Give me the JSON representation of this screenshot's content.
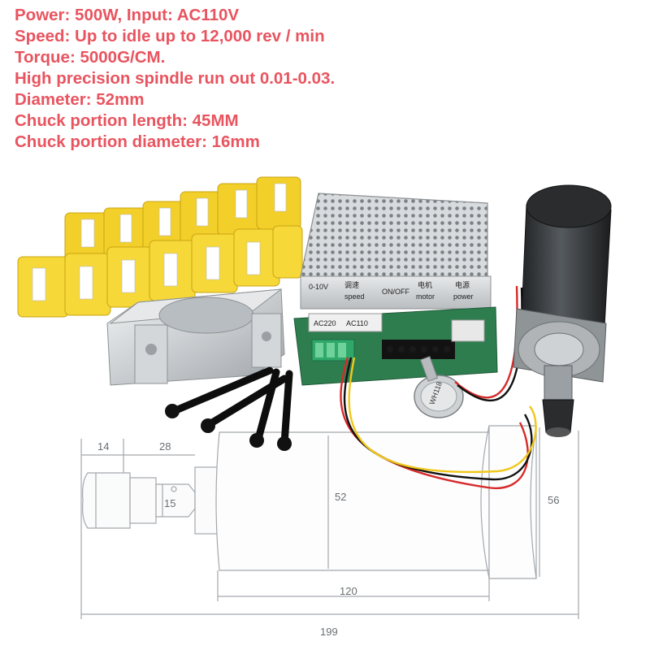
{
  "specs": [
    "Power: 500W, Input: AC110V",
    "Speed: Up to idle up to 12,000 rev / min",
    "Torque: 5000G/CM.",
    "High precision spindle run out 0.01-0.03.",
    "Diameter: 52mm",
    "Chuck portion length: 45MM",
    "Chuck portion diameter: 16mm"
  ],
  "power_supply": {
    "label_range": "0-10V",
    "label_speed_cn": "调速",
    "label_speed": "speed",
    "label_onoff": "ON/OFF",
    "label_motor_cn": "电机",
    "label_motor": "motor",
    "label_power_cn": "电源",
    "label_power": "power",
    "sticker_1": "AC220",
    "sticker_2": "AC110"
  },
  "potentiometer_label": "WH118",
  "dimensions": {
    "chuck_length": "14",
    "collet_length": "28",
    "collet_diameter": "15",
    "body_diameter": "52",
    "flange_diameter": "56",
    "body_length": "120",
    "total_length": "199"
  },
  "colors": {
    "spec_text": "#e8545f",
    "collet_boxes": "#f5d22e",
    "dimension_lines": "#9aa0a4",
    "pcb": "#2e7d4f",
    "spindle": "#3a3d40"
  }
}
